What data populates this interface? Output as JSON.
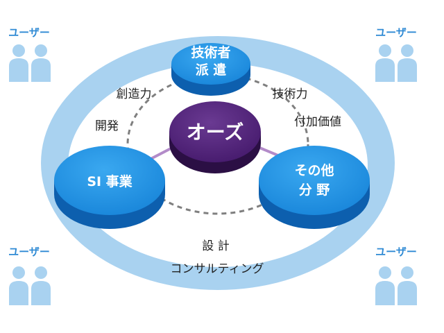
{
  "users": {
    "top_left": "ユーザー",
    "top_right": "ユーザー",
    "bottom_left": "ユーザー",
    "bottom_right": "ユーザー"
  },
  "center": {
    "label": "オーズ",
    "color": "#4a1f6e"
  },
  "nodes": {
    "top": {
      "line1": "技術者",
      "line2": "派 遣"
    },
    "left": {
      "line1": "SI 事業"
    },
    "right": {
      "line1": "その他",
      "line2": "分 野"
    }
  },
  "connectors": {
    "left_upper": "創造力",
    "left_lower": "開発",
    "right_upper": "技術力",
    "right_lower": "付加価値",
    "bottom_upper": "設 計",
    "bottom_lower": "コンサルティング"
  },
  "colors": {
    "ring": "#a9d2f0",
    "node": "#1f8fdc",
    "node_dark": "#0d5fae",
    "user": "#a9d2f0",
    "user_text": "#2f8ad4",
    "center_dark": "#2b0f44",
    "link": "#b38bc9"
  }
}
